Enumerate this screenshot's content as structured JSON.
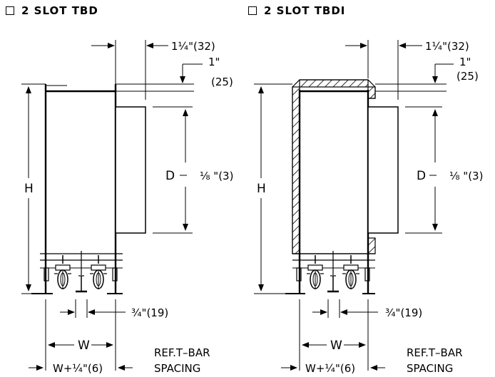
{
  "options": [
    {
      "label": "2 SLOT TBD"
    },
    {
      "label": "2 SLOT TBDI"
    }
  ],
  "dims": {
    "top_offset": "1¼\"(32)",
    "side_offset_in": "1\"",
    "side_offset_mm": "(25)",
    "height": "H",
    "depth": "D",
    "depth_tol": "⅛ \"(3)",
    "slot_gap": "¾\"(19)",
    "width": "W",
    "width_total": "W+¼\"(6)",
    "ref_line1": "REF.T–BAR",
    "ref_line2": "SPACING"
  }
}
